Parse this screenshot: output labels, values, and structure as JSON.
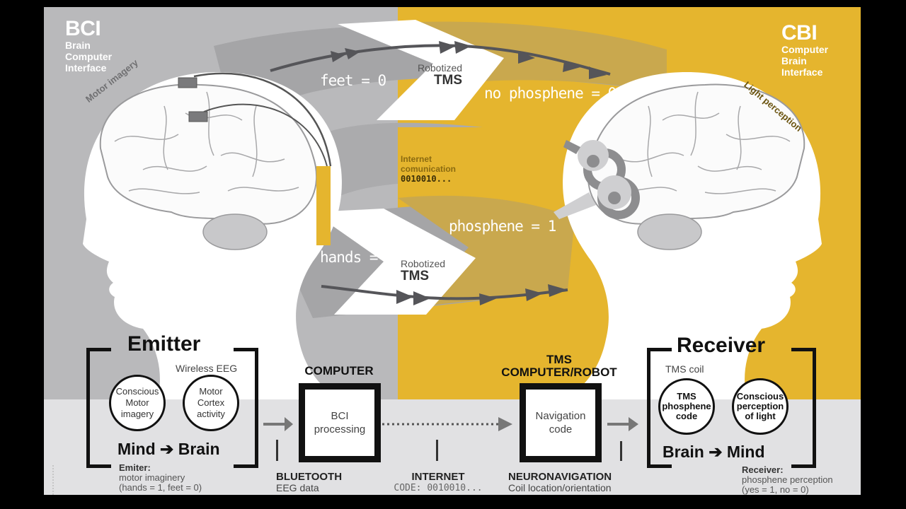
{
  "colors": {
    "gray_panel": "#b9b9bb",
    "yellow_panel": "#e5b52e",
    "bottom_band": "#e1e1e3",
    "flow_gray": "#a3a3a5",
    "flow_tan": "#c9a74e",
    "arrow": "#555559",
    "ink": "#111111"
  },
  "left_panel": {
    "acronym": "BCI",
    "expansion": [
      "Brain",
      "Computer",
      "Interface"
    ],
    "arc_label": "Motor imagery"
  },
  "right_panel": {
    "acronym": "CBI",
    "expansion": [
      "Computer",
      "Brain",
      "Interface"
    ],
    "arc_label": "Light perception"
  },
  "flows": {
    "top": {
      "input_label": "feet = 0",
      "device_top": "Robotized",
      "device_bottom": "TMS",
      "output_label": "no phosphene = 0"
    },
    "middle": {
      "line1": "Internet",
      "line2": "comunication",
      "code": "0010010..."
    },
    "bottom": {
      "input_label": "hands = 1",
      "device_top": "Robotized",
      "device_bottom": "TMS",
      "output_label": "phosphene = 1"
    }
  },
  "emitter": {
    "title": "Emitter",
    "device_label": "Wireless EEG",
    "circles": [
      "Conscious Motor imagery",
      "Motor Cortex activity"
    ],
    "flow_from": "Mind",
    "flow_to": "Brain",
    "note_title": "Emiter:",
    "note_lines": [
      "motor imaginery",
      "(hands = 1, feet = 0)"
    ]
  },
  "computer": {
    "title": "COMPUTER",
    "box_text": "BCI processing"
  },
  "tms_robot": {
    "title_line1": "TMS",
    "title_line2": "COMPUTER/ROBOT",
    "box_text": "Navigation code"
  },
  "receiver": {
    "title": "Receiver",
    "device_label": "TMS coil",
    "circles": [
      "TMS phosphene code",
      "Conscious perception of light"
    ],
    "flow_from": "Brain",
    "flow_to": "Mind",
    "note_title": "Receiver:",
    "note_lines": [
      "phosphene perception",
      "(yes = 1, no = 0)"
    ]
  },
  "bottom_links": [
    {
      "title": "BLUETOOTH",
      "sub": "EEG data"
    },
    {
      "title": "INTERNET",
      "sub": "CODE: 0010010..."
    },
    {
      "title": "NEURONAVIGATION",
      "sub": "Coil location/orientation"
    }
  ],
  "arrow_glyph": "➔"
}
